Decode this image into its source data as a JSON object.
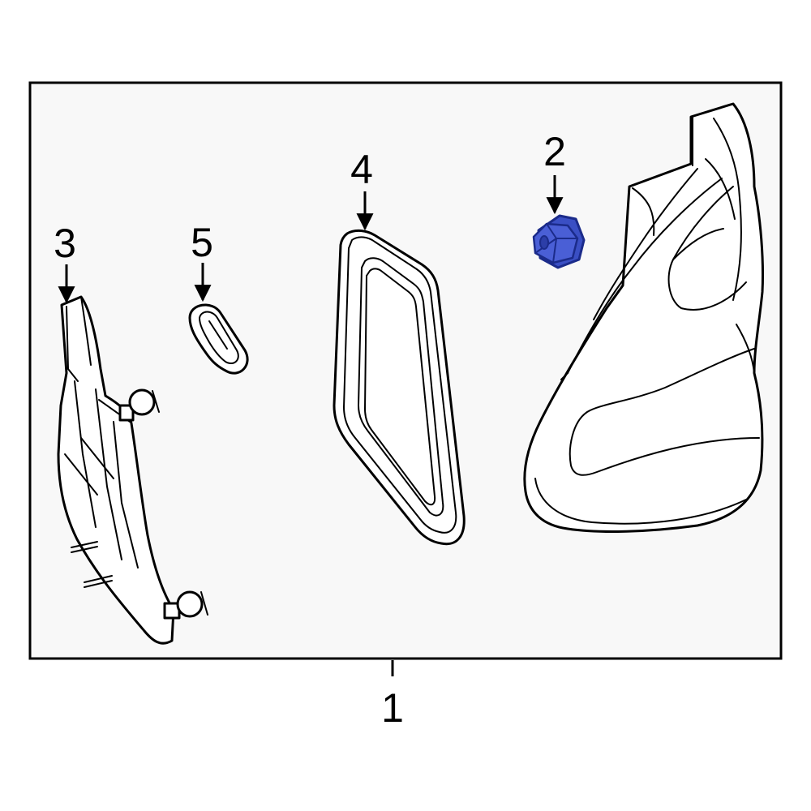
{
  "callouts": {
    "assembly": "1",
    "nut": "2",
    "bracket": "3",
    "gasket": "4",
    "grommet": "5"
  },
  "colors": {
    "panel_background": "#f8f8f8",
    "line": "#000000",
    "highlight": "#3a4fc4",
    "highlight_dark": "#1b2b8a"
  }
}
